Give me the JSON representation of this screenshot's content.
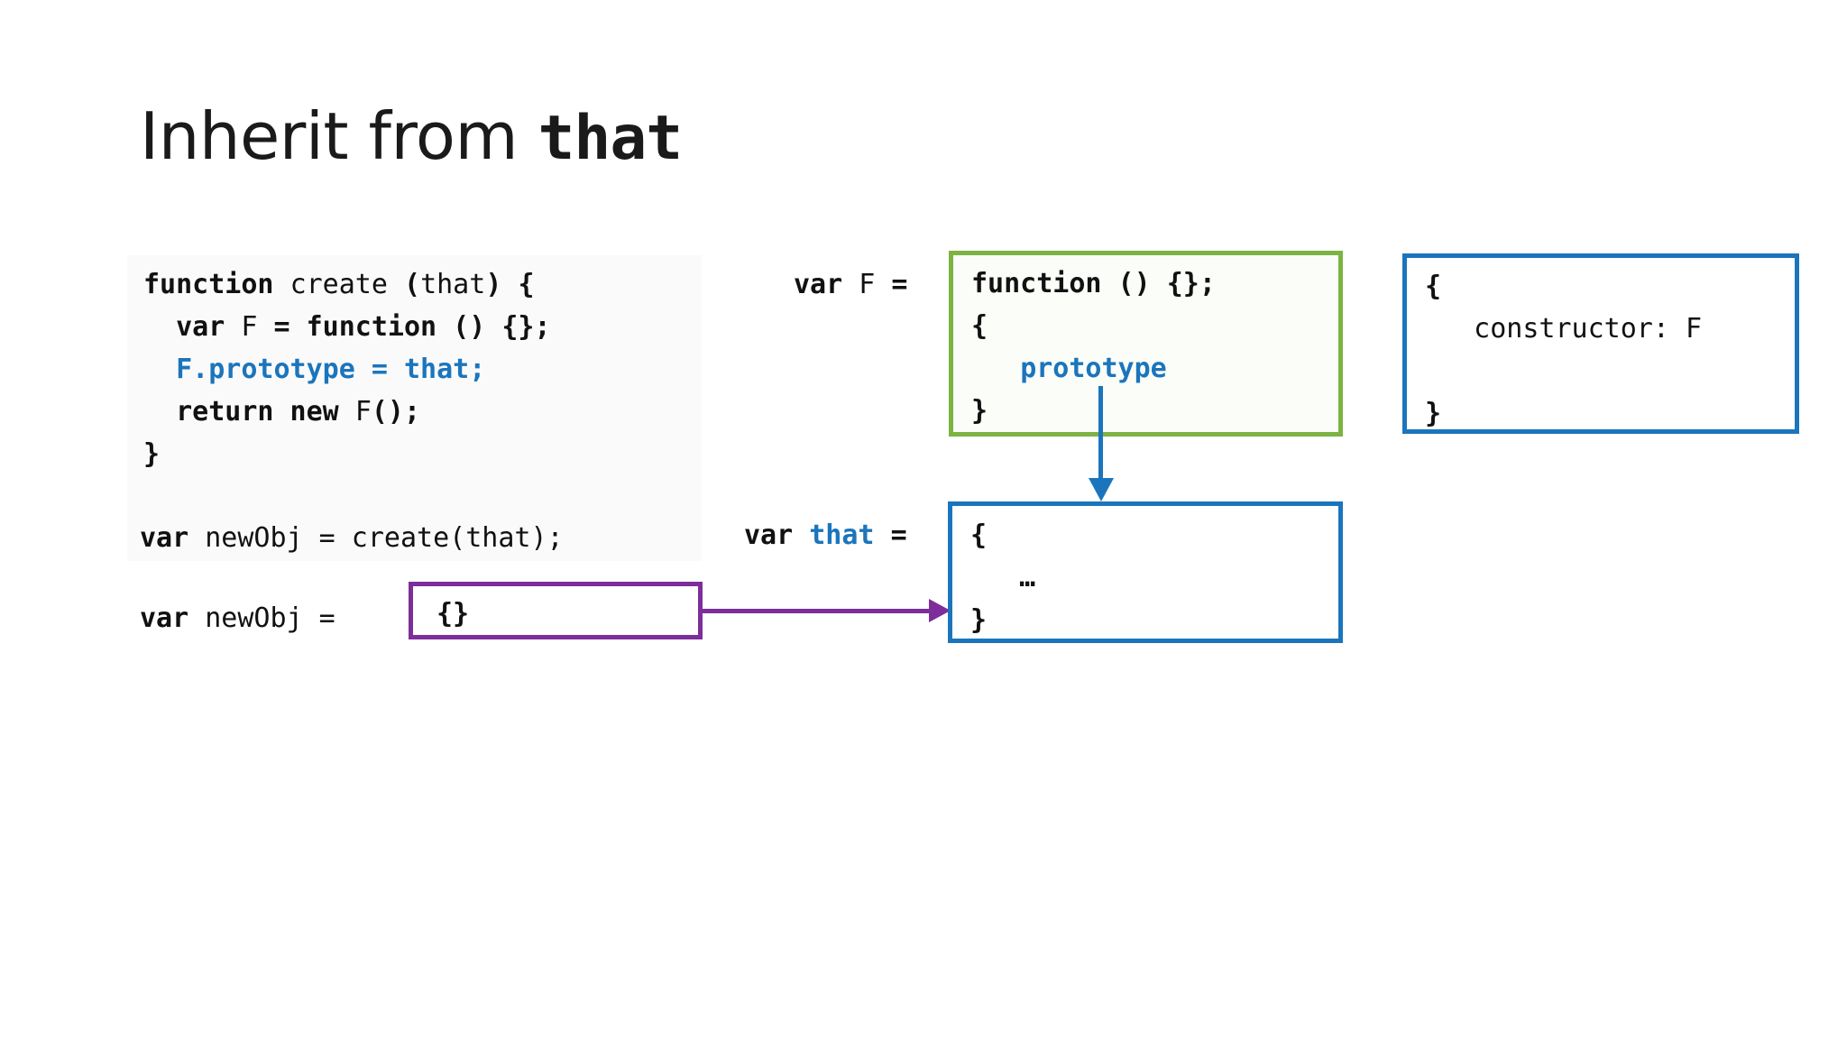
{
  "slide": {
    "title_prefix": "Inherit from ",
    "title_mono": "that"
  },
  "colors": {
    "blue": "#1B75BC",
    "green": "#7CB342",
    "purple": "#7D2E9B",
    "code_bg": "#FAFAFA",
    "text": "#111111"
  },
  "code_panel": {
    "lines": [
      {
        "tokens": [
          {
            "text": "function",
            "style": "b"
          },
          {
            "text": " ",
            "style": "n"
          },
          {
            "text": "create",
            "style": "n"
          },
          {
            "text": " ",
            "style": "n"
          },
          {
            "text": "(",
            "style": "b"
          },
          {
            "text": "that",
            "style": "n"
          },
          {
            "text": ")",
            "style": "b"
          },
          {
            "text": " ",
            "style": "n"
          },
          {
            "text": "{",
            "style": "b"
          }
        ]
      },
      {
        "tokens": [
          {
            "text": "  ",
            "style": "n"
          },
          {
            "text": "var",
            "style": "b"
          },
          {
            "text": " ",
            "style": "n"
          },
          {
            "text": "F",
            "style": "n"
          },
          {
            "text": " ",
            "style": "n"
          },
          {
            "text": "= function () {};",
            "style": "b"
          }
        ]
      },
      {
        "tokens": [
          {
            "text": "  ",
            "style": "n"
          },
          {
            "text": "F.prototype = that;",
            "style": "blue-b"
          }
        ]
      },
      {
        "tokens": [
          {
            "text": "  ",
            "style": "n"
          },
          {
            "text": "return new",
            "style": "b"
          },
          {
            "text": " ",
            "style": "n"
          },
          {
            "text": "F",
            "style": "n"
          },
          {
            "text": "();",
            "style": "b"
          }
        ]
      },
      {
        "tokens": [
          {
            "text": "}",
            "style": "b"
          }
        ]
      }
    ],
    "newobj_create": {
      "keyword": "var",
      "rest": " newObj = create(that);"
    },
    "newobj_literal": {
      "keyword": "var",
      "rest": " newObj = "
    }
  },
  "purple_box": {
    "value": "{}"
  },
  "label_var_f": {
    "keyword": "var",
    "name": "F",
    "equals": "="
  },
  "green_box": {
    "line1": "function () {};",
    "line2": "{",
    "line3_indent": "   ",
    "line3": "prototype",
    "line4": "}"
  },
  "label_var_that": {
    "keyword": "var",
    "name": "that",
    "equals": "="
  },
  "blue_box": {
    "line1": "{",
    "line2": "   …",
    "line3": "}"
  },
  "proto_box": {
    "line1": "{",
    "line2": "   constructor: F",
    "line3": "",
    "line4": "}"
  },
  "arrows": {
    "prototype_to_that": "blue-down-arrow",
    "newobj_to_that": "purple-right-arrow"
  }
}
